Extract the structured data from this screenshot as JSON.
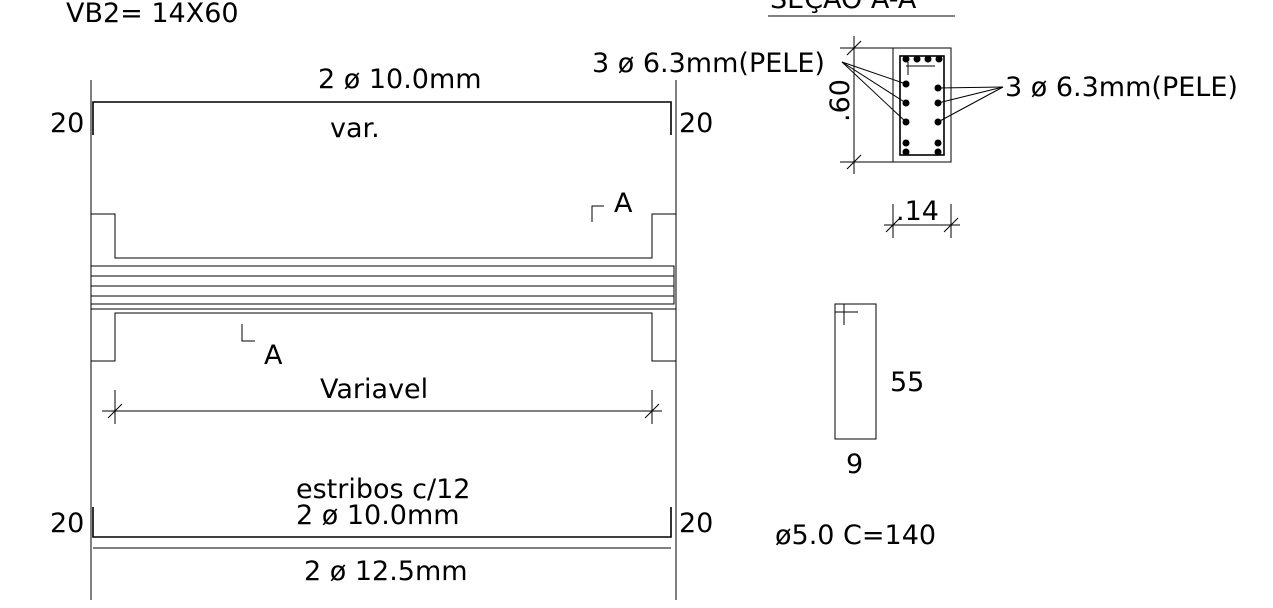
{
  "title": "VB2= 14X60",
  "section_title": "SEÇÃO A-A",
  "top_bar": {
    "label": "2  ø 10.0mm",
    "hook_left": "20",
    "hook_right": "20",
    "length": "var."
  },
  "section_marks": {
    "upper": "A",
    "lower": "A"
  },
  "span": {
    "label": "Variavel"
  },
  "bottom_bars": {
    "stirrups": "estribos c/12",
    "upper_label": "2 ø 10.0mm",
    "lower_label": "2 ø 12.5mm",
    "hook_left": "20",
    "hook_right": "20"
  },
  "cross_section": {
    "skin_left": "3 ø 6.3mm(PELE)",
    "skin_right": "3 ø 6.3mm(PELE)",
    "height": ".60",
    "width": ".14"
  },
  "stirrup_detail": {
    "height": "55",
    "width": "9",
    "spec": "ø5.0 C=140"
  }
}
